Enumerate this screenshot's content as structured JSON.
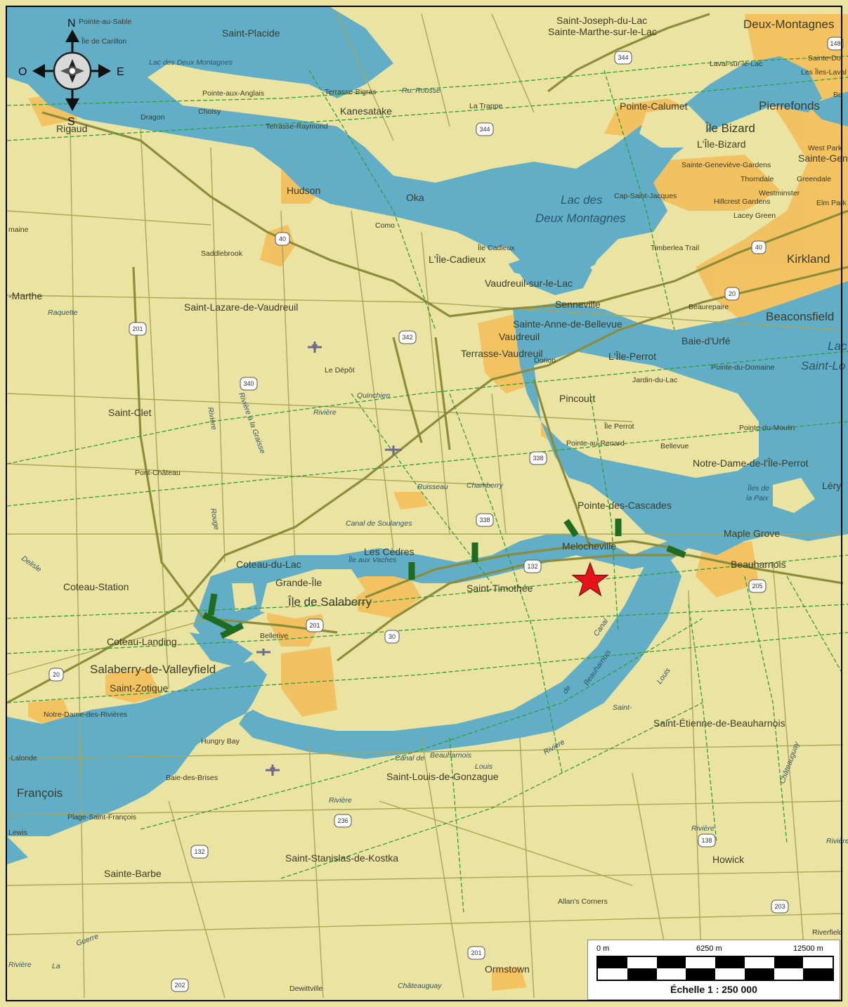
{
  "compass": {
    "north": "N",
    "south": "S",
    "east": "E",
    "west": "O"
  },
  "scale": {
    "tick_start": "0 m",
    "tick_mid": "6250 m",
    "tick_end": "12500 m",
    "title": "Échelle 1 : 250 000"
  },
  "colors": {
    "land": "#ebe3a2",
    "water": "#62aec6",
    "urban": "#f3c05e",
    "road": "#9a9a44",
    "highway": "#8c8c3a",
    "powerline": "#2f9e3a",
    "marker": "#e3151b"
  },
  "marker": {
    "icon": "red-star-icon"
  },
  "labels": {
    "pointe_au_sable": "Pointe-au-Sable",
    "ile_de_carillon": "Île de Carillon",
    "saint_placide": "Saint-Placide",
    "lac_deux_montagnes_small": "Lac des Deux Montagnes",
    "pointe_aux_anglais": "Pointe-aux-Anglais",
    "choisy": "Choisy",
    "terrasse_bigras": "Terrasse-Bigras",
    "ru_rousse": "Ru. Rousse",
    "kanesatake": "Kanesatake",
    "terrasse_raymond": "Terrasse-Raymond",
    "rigaud": "Rigaud",
    "dragon": "Dragon",
    "la_trappe": "La Trappe",
    "saint_joseph_du_lac": "Saint-Joseph-du-Lac",
    "sainte_marthe_sur_le_lac": "Sainte-Marthe-sur-le-Lac",
    "deux_montagnes": "Deux-Montagnes",
    "laval_sur_le_lac": "Laval-sur-le-Lac",
    "sainte_dorothee": "Sainte-Do",
    "les_iles_laval": "Les Îles-Laval",
    "pointe_calumet": "Pointe-Calumet",
    "pierrefonds": "Pierrefonds",
    "bois": "Bo",
    "ile_bizard": "Île Bizard",
    "l_ile_bizard": "L'Île-Bizard",
    "west_park": "West Park",
    "sainte_genevieve": "Sainte-Geneviè",
    "ste_genevieve_gardens": "Sainte-Geneviève-Gardens",
    "thorndale": "Thorndale",
    "greendale": "Greendale",
    "hudson": "Hudson",
    "oka": "Oka",
    "cap_saint_jacques": "Cap-Saint-Jacques",
    "hillcrest_gardens": "Hillcrest Gardens",
    "westminster": "Westminster",
    "elm_park": "Elm Park",
    "lac_des_deux_montagnes_1": "Lac des",
    "lac_des_deux_montagnes_2": "Deux Montagnes",
    "lacey_green": "Lacey Green",
    "como": "Como",
    "maine": "maine",
    "saddlebrook": "Saddlebrook",
    "ile_cadieux": "Île Cadieux",
    "l_ile_cadieux": "L'Île-Cadieux",
    "timberlea_trail": "Timberlea Trail",
    "kirkland": "Kirkland",
    "vaudreuil_sur_le_lac": "Vaudreuil-sur-le-Lac",
    "senneville": "Senneville",
    "beaurepaire": "Beaurepaire",
    "beaconsfield": "Beaconsfield",
    "marthe": "-Marthe",
    "raquette": "Raquette",
    "saint_lazare": "Saint-Lazare-de-Vaudreuil",
    "sainte_anne": "Sainte-Anne-de-Bellevue",
    "vaudreuil": "Vaudreuil",
    "baie_d_urfe": "Baie-d'Urfé",
    "lac_saint_louis_1": "Lac",
    "lac_saint_louis_2": "Saint-Lo",
    "terrasse_vaudreuil": "Terrasse-Vaudreuil",
    "dorion": "Dorion",
    "l_ile_perrot": "L'Île-Perrot",
    "pointe_du_domaine": "Pointe-du-Domaine",
    "le_depot": "Le Dépôt",
    "jardin_du_lac": "Jardin-du-Lac",
    "quinchien": "Quinchien",
    "riviere_1": "Rivière",
    "pincourt": "Pincourt",
    "saint_clet": "Saint-Clet",
    "riviere_a_la_graisse": "Rivière à la Graisse",
    "riviere_2": "Rivière",
    "ile_perrot": "Île Perrot",
    "pointe_du_moulin": "Pointe-du-Moulin",
    "pointe_au_renard": "Pointe-au-Renard",
    "bellevue": "Bellevue",
    "notre_dame_ile_perrot": "Notre-Dame-de-l'Île-Perrot",
    "pont_chateau": "Pont-Château",
    "ruisseau": "Ruisseau",
    "chamberry": "Chamberry",
    "lery": "Léry",
    "iles_de_la_paix_1": "Îles de",
    "iles_de_la_paix_2": "la Paix",
    "rouge": "Rouge",
    "pointe_des_cascades": "Pointe-des-Cascades",
    "canal_de_soulanges": "Canal de Soulanges",
    "maple_grove": "Maple Grove",
    "les_cedres": "Les Cèdres",
    "ile_aux_vaches": "Île aux Vaches",
    "melocheville": "Melocheville",
    "beauharnois": "Beauharnois",
    "coteau_du_lac": "Coteau-du-Lac",
    "delisle": "Delisle",
    "coteau_station": "Coteau-Station",
    "grande_ile": "Grande-Île",
    "saint_timothee": "Saint-Timothée",
    "ile_de_salaberry": "Île de Salaberry",
    "bellerive": "Bellerive",
    "coteau_landing": "Coteau-Landing",
    "salaberry_de_valleyfield": "Salaberry-de-Valleyfield",
    "canal_de_beauharnois_1": "Canal",
    "canal_de_beauharnois_2": "de",
    "canal_de_beauharnois_3": "Beauharnois",
    "saint_zotique": "Saint-Zotique",
    "saint_louis_riv": "Louis",
    "saint_riv": "Saint-",
    "notre_dame_des_rivieres": "Notre-Dame-des-Rivières",
    "saint_etienne": "Saint-Étienne-de-Beauharnois",
    "hungry_bay": "Hungry Bay",
    "lalonde": "-Lalonde",
    "canal_de_beauharnois_bottom": "Canal de",
    "beauharnois_bottom": "Beauharnois",
    "riviere_bottom": "Rivière",
    "chateauguay_riv": "Châteauguay",
    "francois": "François",
    "baie_des_brises": "Baie-des-Brises",
    "louis_small": "Louis",
    "saint_louis_de_gonzague": "Saint-Louis-de-Gonzague",
    "riviere_3": "Rivière",
    "plage_saint_francois": "Plage-Saint-François",
    "lewis": "Lewis",
    "riviere_4": "Rivière",
    "riviere_5": "Rivière",
    "saint_stanislas": "Saint-Stanislas-de-Kostka",
    "howick": "Howick",
    "sainte_barbe": "Sainte-Barbe",
    "allans_corners": "Allan's Corners",
    "riverfield": "Riverfield",
    "guerre": "Guerre",
    "riviere_6": "Rivière",
    "la": "La",
    "ormstown": "Ormstown",
    "dewittville": "Dewittville",
    "chateauguay_bottom": "Châteauguay"
  },
  "shields": {
    "r148": "148",
    "r344a": "344",
    "r344b": "344",
    "r40a": "40",
    "r40b": "40",
    "r20a": "20",
    "r20b": "20",
    "r201a": "201",
    "r201b": "201",
    "r201c": "201",
    "r342": "342",
    "r340": "340",
    "r338a": "338",
    "r338b": "338",
    "r132a": "132",
    "r132b": "132",
    "r30": "30",
    "r236": "236",
    "r138": "138",
    "r203": "203",
    "r202": "202",
    "r205": "205"
  }
}
